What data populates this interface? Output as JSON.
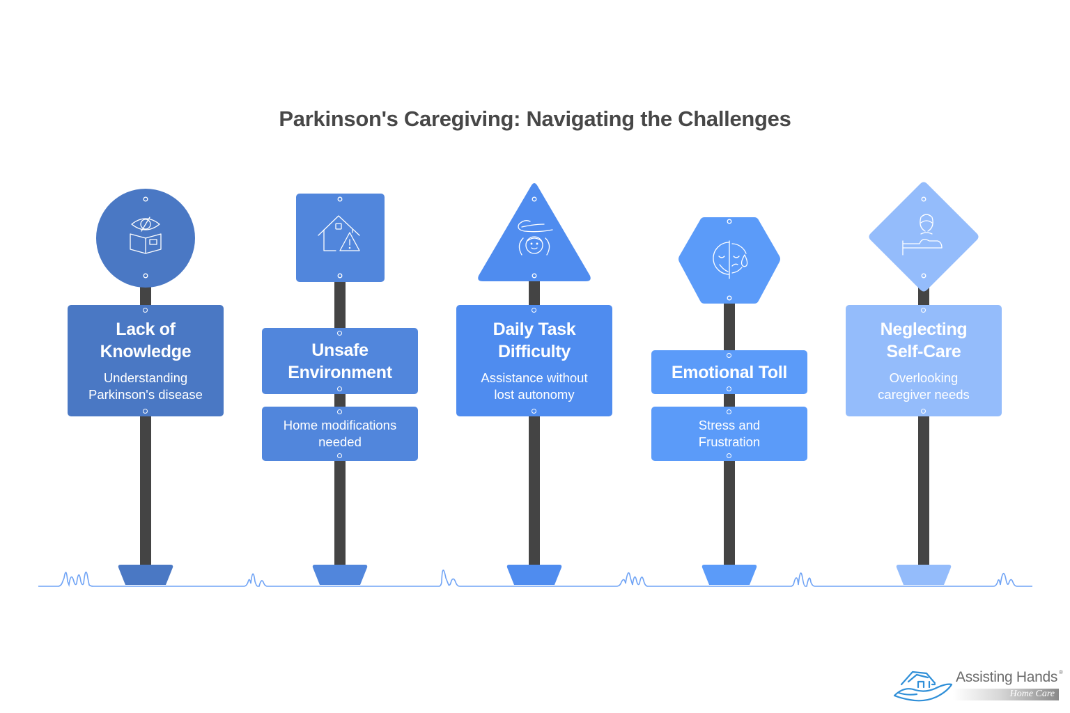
{
  "title": "Parkinson's Caregiving: Navigating the Challenges",
  "colors": {
    "sign1": "#4a78c4",
    "sign2": "#5186dc",
    "sign3": "#4f8cef",
    "sign4": "#5b9bf9",
    "sign5": "#94bcfb",
    "pole": "#444444",
    "ground": "#6fa3f5",
    "title": "#474747"
  },
  "signs": [
    {
      "shape": "circle",
      "icon": "eye-book-icon",
      "heading": "Lack of Knowledge",
      "heading_lines": [
        "Lack of",
        "Knowledge"
      ],
      "subtitle_lines": [
        "Understanding",
        "Parkinson's disease"
      ],
      "layout": "combined"
    },
    {
      "shape": "square",
      "icon": "house-warning-icon",
      "heading": "Unsafe Environment",
      "heading_lines": [
        "Unsafe",
        "Environment"
      ],
      "subtitle_lines": [
        "Home modifications",
        "needed"
      ],
      "layout": "split"
    },
    {
      "shape": "triangle",
      "icon": "hand-over-child-icon",
      "heading": "Daily Task Difficulty",
      "heading_lines": [
        "Daily Task",
        "Difficulty"
      ],
      "subtitle_lines": [
        "Assistance without",
        "lost autonomy"
      ],
      "layout": "combined"
    },
    {
      "shape": "hexagon",
      "icon": "happy-sad-face-icon",
      "heading": "Emotional Toll",
      "heading_lines": [
        "Emotional Toll"
      ],
      "subtitle_lines": [
        "Stress and",
        "Frustration"
      ],
      "layout": "split"
    },
    {
      "shape": "diamond",
      "icon": "caregiver-bed-icon",
      "heading": "Neglecting Self-Care",
      "heading_lines": [
        "Neglecting",
        "Self-Care"
      ],
      "subtitle_lines": [
        "Overlooking",
        "caregiver needs"
      ],
      "layout": "combined"
    }
  ],
  "logo": {
    "name": "Assisting Hands",
    "registered": "®",
    "tagline": "Home Care"
  }
}
